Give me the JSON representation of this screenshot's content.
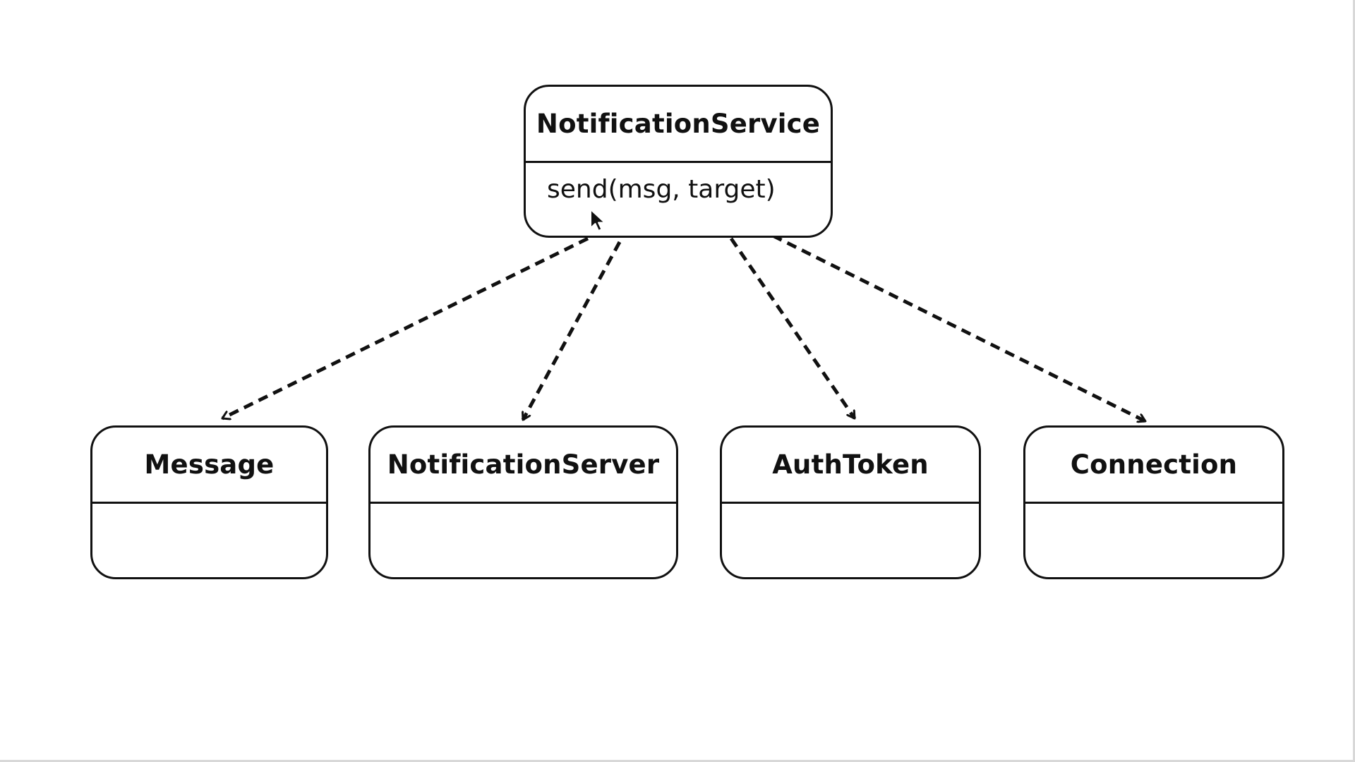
{
  "diagram": {
    "classes": [
      {
        "id": "notification-service",
        "name": "NotificationService",
        "methods": [
          "send(msg, target)"
        ]
      },
      {
        "id": "message",
        "name": "Message",
        "methods": []
      },
      {
        "id": "notification-server",
        "name": "NotificationServer",
        "methods": []
      },
      {
        "id": "auth-token",
        "name": "AuthToken",
        "methods": []
      },
      {
        "id": "connection",
        "name": "Connection",
        "methods": []
      }
    ],
    "dependencies": [
      {
        "from": "notification-service",
        "to": "message",
        "style": "dashed"
      },
      {
        "from": "notification-service",
        "to": "notification-server",
        "style": "dashed"
      },
      {
        "from": "notification-service",
        "to": "auth-token",
        "style": "dashed"
      },
      {
        "from": "notification-service",
        "to": "connection",
        "style": "dashed"
      }
    ]
  },
  "colors": {
    "stroke": "#111111",
    "background": "#ffffff"
  }
}
